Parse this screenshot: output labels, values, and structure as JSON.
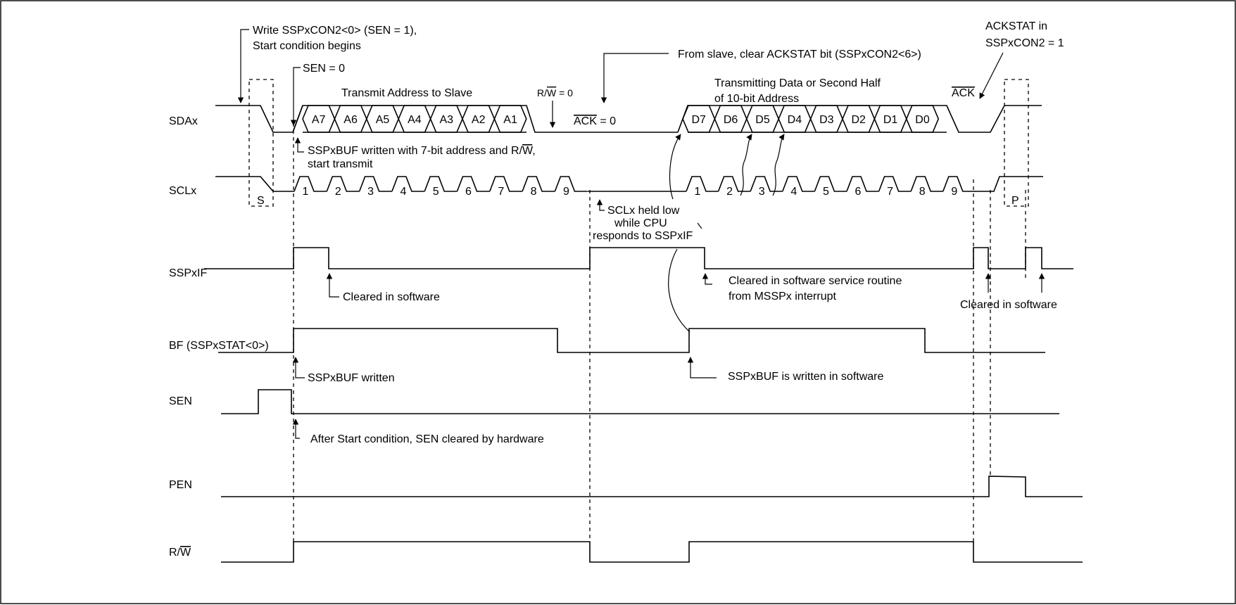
{
  "signals": {
    "sda": "SDAx",
    "scl": "SCLx",
    "sspif": "SSPxIF",
    "bf": "BF (SSPxSTAT<0>)",
    "sen": "SEN",
    "pen": "PEN",
    "rw": "R/W"
  },
  "bits": {
    "address": [
      "A7",
      "A6",
      "A5",
      "A4",
      "A3",
      "A2",
      "A1"
    ],
    "data": [
      "D7",
      "D6",
      "D5",
      "D4",
      "D3",
      "D2",
      "D1",
      "D0"
    ],
    "clock_first": [
      "1",
      "2",
      "3",
      "4",
      "5",
      "6",
      "7",
      "8",
      "9"
    ],
    "clock_second": [
      "1",
      "2",
      "3",
      "4",
      "5",
      "6",
      "7",
      "8",
      "9"
    ]
  },
  "conditions": {
    "start": "S",
    "stop": "P"
  },
  "annotations": {
    "write_sen_line1": "Write SSPxCON2<0> (SEN = ",
    "write_sen_val": "1",
    "write_sen_tail": "),",
    "write_sen_line2": "Start condition begins",
    "sen_eq_label": "SEN = ",
    "sen_eq_val": "0",
    "transmit_address": "Transmit Address to Slave",
    "rw_eq_label": "R/W",
    "rw_eq_val": " = 0",
    "from_slave": "From slave, clear ACKSTAT bit (SSPxCON2<6>)",
    "ack_eq_label": "ACK",
    "ack_eq_val": " = 0",
    "transmitting_line1": "Transmitting Data or Second Half",
    "transmitting_line2": "of 10-bit Address",
    "ackstat_line1": "ACKSTAT in",
    "ackstat_line2_a": "SSPxCON2 = ",
    "ackstat_line2_b": "1",
    "ack_top": "ACK",
    "sspxbuf_written_7bit_line1": "SSPxBUF written with 7-bit address and R/W,",
    "sspxbuf_written_7bit_line2": "start transmit",
    "scl_held_line1": "SCLx held low",
    "scl_held_line2": "while CPU",
    "scl_held_line3": "responds to SSPxIF",
    "cleared_software_1": "Cleared in software",
    "cleared_service_line1": "Cleared in software service routine",
    "cleared_service_line2": "from MSSPx interrupt",
    "cleared_software_2": "Cleared in software",
    "sspxbuf_written": "SSPxBUF written",
    "sspxbuf_written_software": "SSPxBUF is written in software",
    "after_start": "After Start condition, SEN cleared by hardware"
  }
}
